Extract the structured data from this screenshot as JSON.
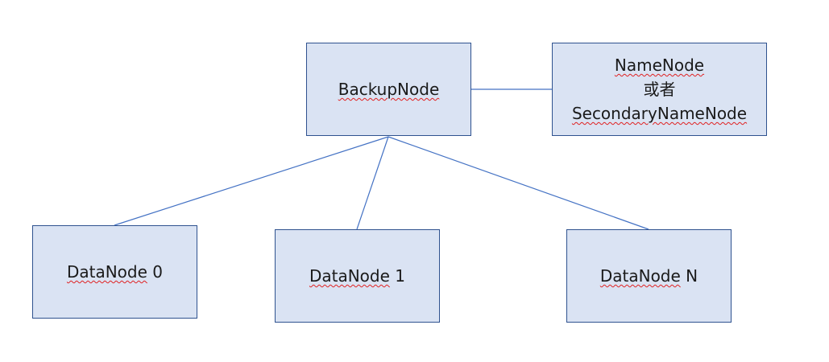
{
  "colors": {
    "box_fill": "#dae3f3",
    "box_border": "#2f528f",
    "connector": "#4472c4",
    "spellcheck_underline": "#e02020"
  },
  "nodes": {
    "backup": {
      "label": "BackupNode"
    },
    "namenode": {
      "line1": "NameNode",
      "line2": "或者",
      "line3": "SecondaryNameNode"
    },
    "datanode0": {
      "label_word": "DataNode",
      "label_suffix": " 0"
    },
    "datanode1": {
      "label_word": "DataNode",
      "label_suffix": " 1"
    },
    "datanodeN": {
      "label_word": "DataNode",
      "label_suffix": " N"
    }
  },
  "connections": [
    {
      "from": "backup",
      "to": "namenode"
    },
    {
      "from": "backup",
      "to": "datanode0"
    },
    {
      "from": "backup",
      "to": "datanode1"
    },
    {
      "from": "backup",
      "to": "datanodeN"
    }
  ]
}
